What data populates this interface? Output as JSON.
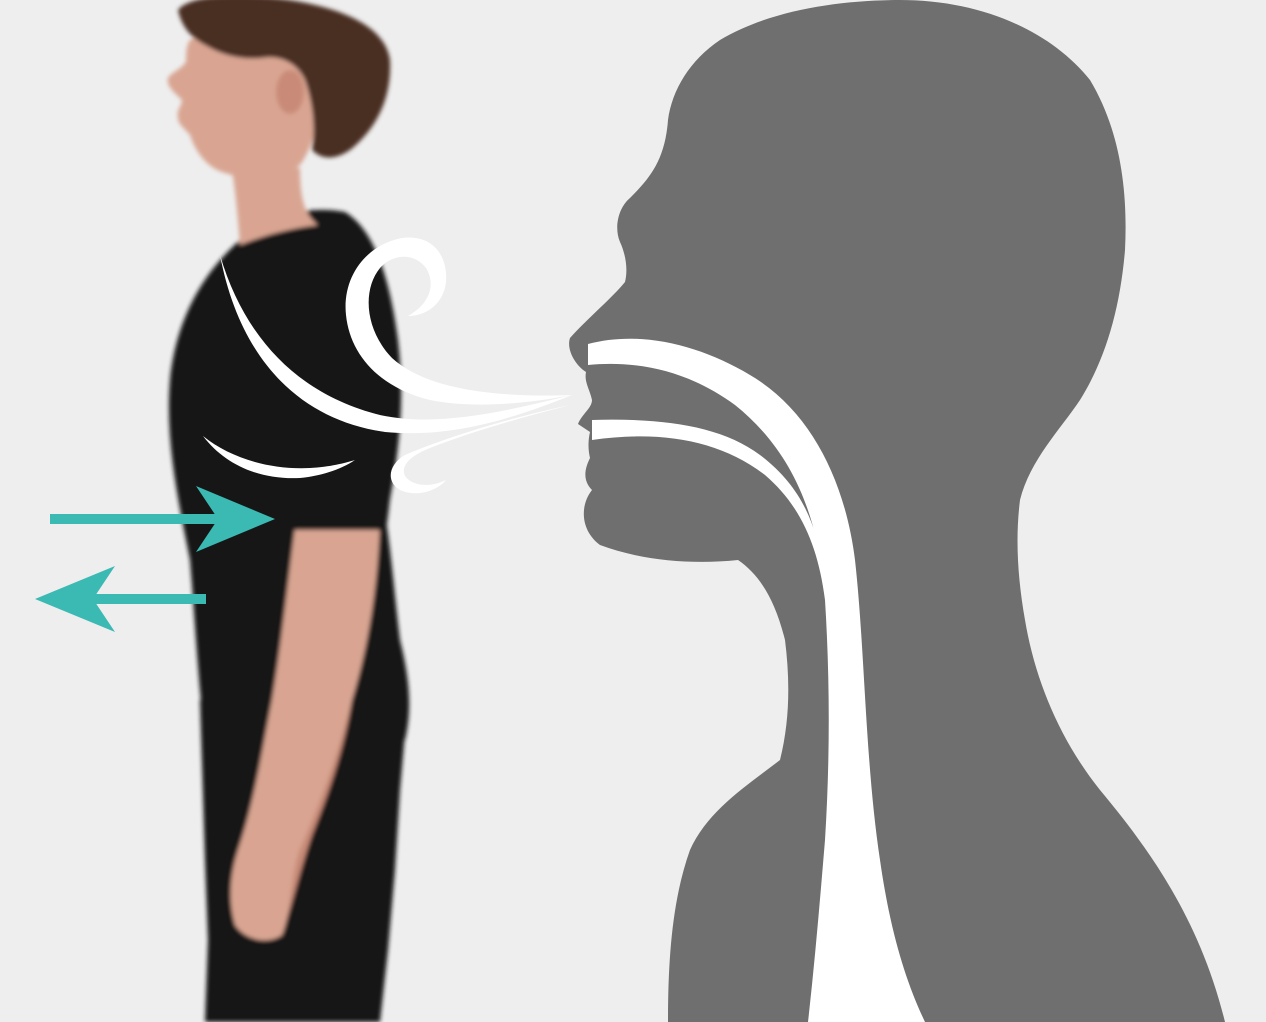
{
  "colors": {
    "background": "#eeeeee",
    "silhouette": "#6f6f6f",
    "airway": "#ffffff",
    "airflow": "#ffffff",
    "arrow": "#3bb9b3",
    "shirt": "#141414",
    "skin": "#d9a592",
    "skin_shadow": "#c98b78",
    "hair": "#4a2f22"
  },
  "icons": {
    "silhouette": "human-head-side-profile",
    "airway": "respiratory-airway",
    "airflow": "exhaled-air-swirl",
    "arrow_in": "arrow-right-icon",
    "arrow_out": "arrow-left-icon",
    "person": "standing-person-side-view"
  }
}
